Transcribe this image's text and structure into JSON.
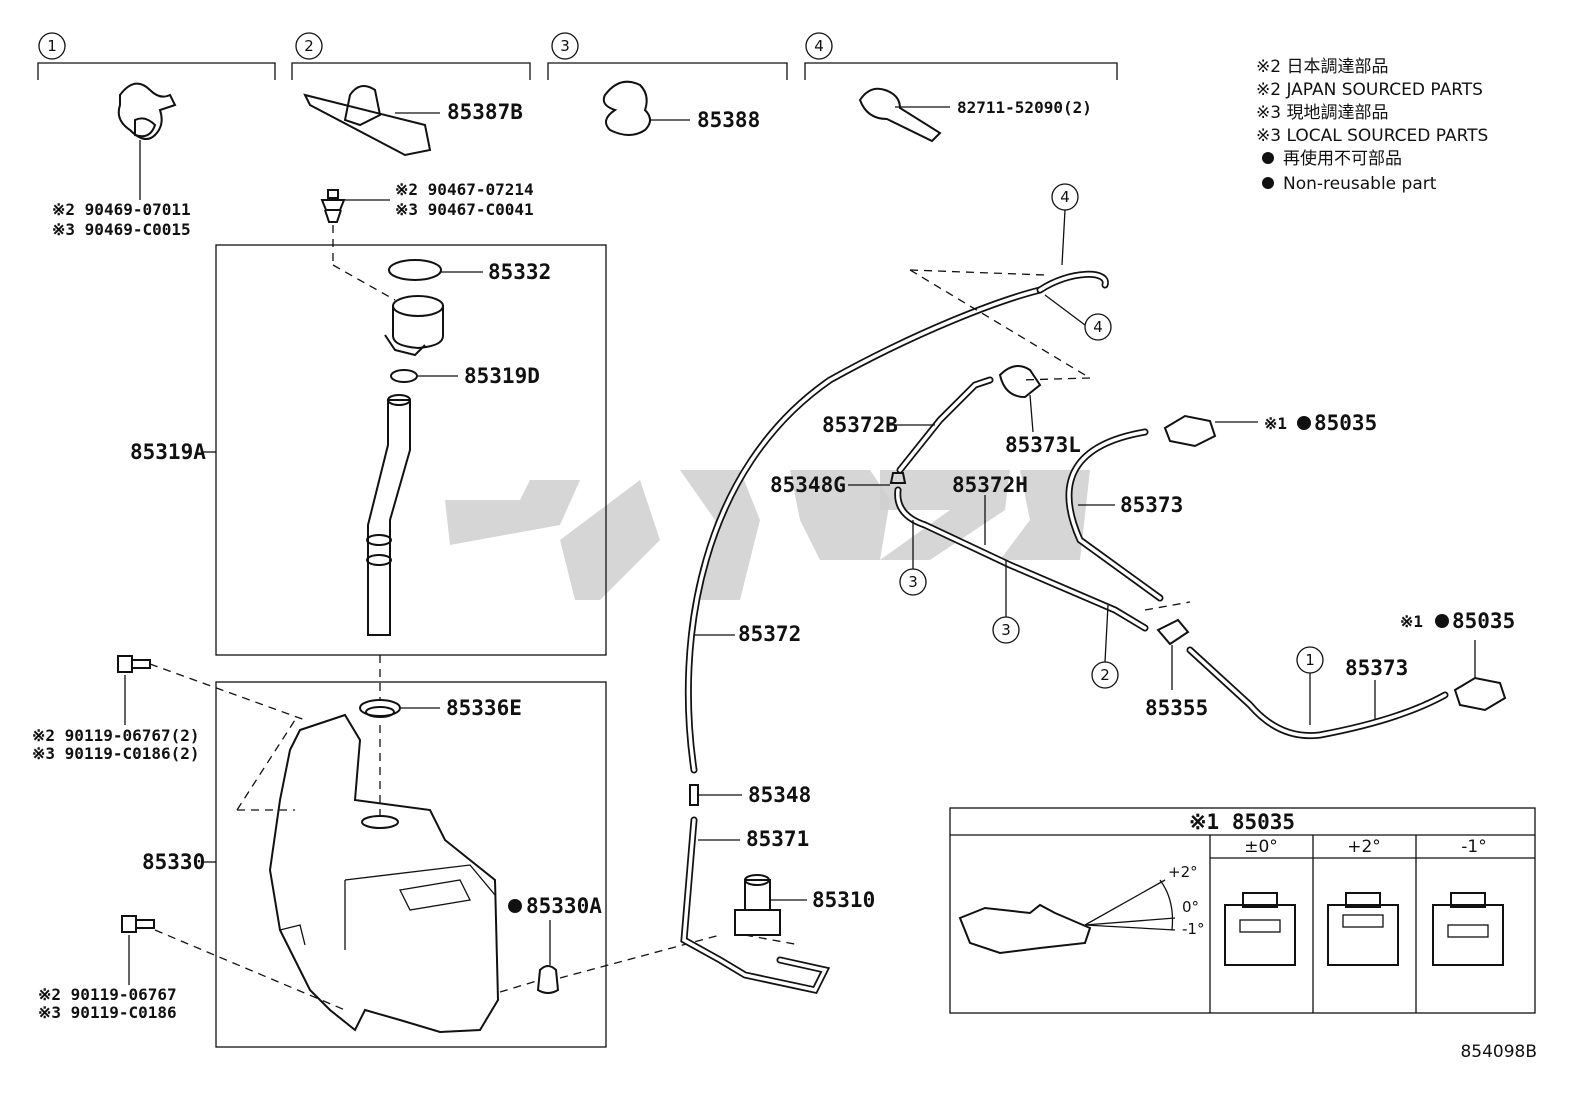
{
  "group_labels": [
    "1",
    "2",
    "3",
    "4"
  ],
  "legend": {
    "line1": "※2 日本調達部品",
    "line2": "※2 JAPAN SOURCED PARTS",
    "line3": "※3 現地調達部品",
    "line4": "※3 LOCAL SOURCED PARTS",
    "line5": "再使用不可部品",
    "line6": "Non-reusable part"
  },
  "parts": {
    "p90469a": "※2 90469-07011",
    "p90469b": "※3 90469-C0015",
    "p85387B": "85387B",
    "p85388": "85388",
    "p82711": "82711-52090(2)",
    "p90467a": "※2 90467-07214",
    "p90467b": "※3 90467-C0041",
    "p85332": "85332",
    "p85319D": "85319D",
    "p85319A": "85319A",
    "p85336E": "85336E",
    "p90119a1": "※2 90119-06767(2)",
    "p90119a2": "※3 90119-C0186(2)",
    "p85330": "85330",
    "p85330A": "85330A",
    "p90119b1": "※2 90119-06767",
    "p90119b2": "※3 90119-C0186",
    "p85372": "85372",
    "p85348": "85348",
    "p85371": "85371",
    "p85310": "85310",
    "p85372B": "85372B",
    "p85373L": "85373L",
    "p85348G": "85348G",
    "p85372H": "85372H",
    "p85373a": "85373",
    "p85373b": "85373",
    "p85035a": "85035",
    "p85035b": "85035",
    "p85355": "85355",
    "mark1a": "※1",
    "mark1b": "※1"
  },
  "callouts": {
    "c4a": "4",
    "c4b": "4",
    "c3a": "3",
    "c3b": "3",
    "c2": "2",
    "c1": "1"
  },
  "detail_box": {
    "title": "※1 85035",
    "col1": "±0°",
    "col2": "+2°",
    "col3": "-1°",
    "ang_plus2": "+2°",
    "ang_zero": "0°",
    "ang_minus1": "-1°"
  },
  "diagram_id": "854098B",
  "watermark": "ي..."
}
